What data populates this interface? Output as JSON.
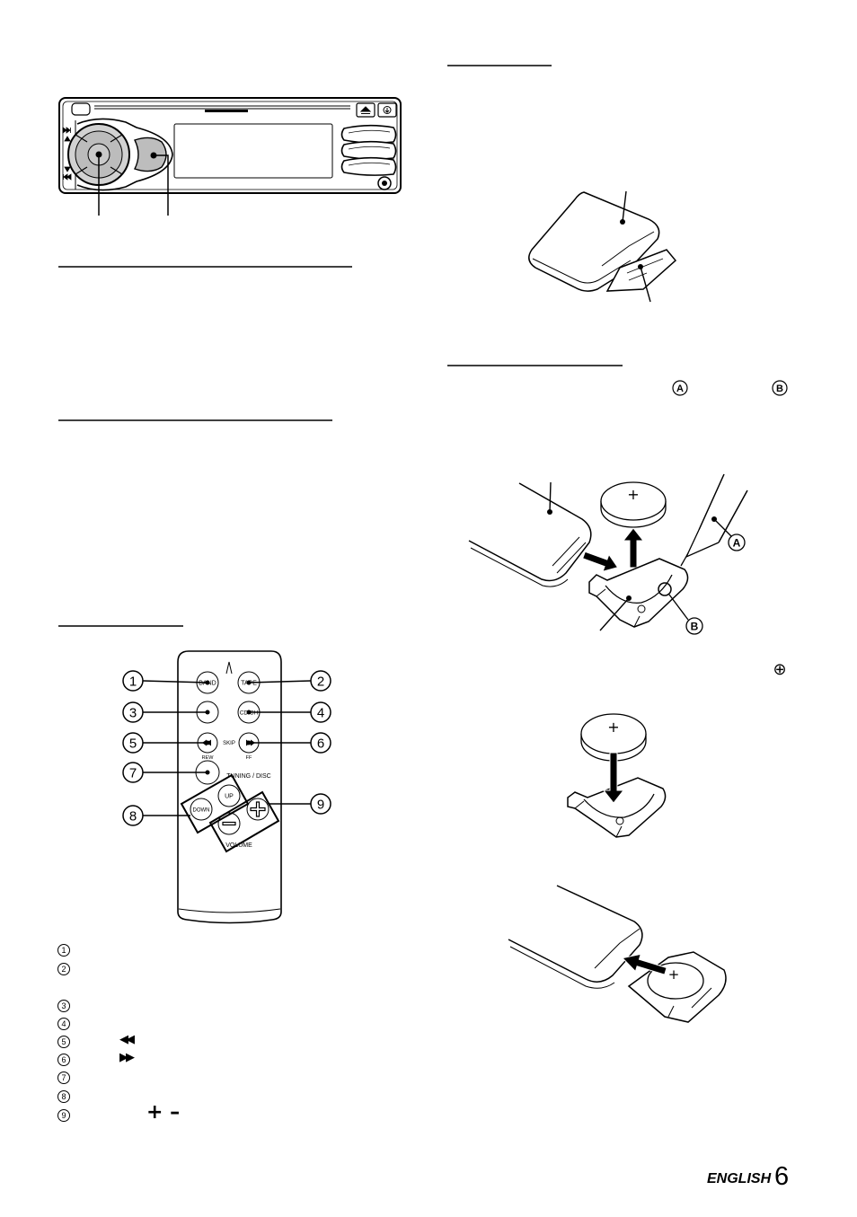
{
  "remote": {
    "labels": {
      "band": "BAND",
      "tape": "TAPE",
      "cd_ch": "CD CH",
      "skip": "SKIP",
      "rew": "REW",
      "ff": "FF",
      "tuning_disc": "TUNING / DISC",
      "up": "UP",
      "down": "DOWN",
      "volume": "VOLUME"
    },
    "callouts": [
      "1",
      "2",
      "3",
      "4",
      "5",
      "6",
      "7",
      "8",
      "9"
    ]
  },
  "markers": {
    "a": "A",
    "b": "B",
    "plus_circle": "⊕",
    "battery_plus": "+"
  },
  "legend": [
    {
      "num": "1"
    },
    {
      "num": "2"
    },
    {
      "num": "3"
    },
    {
      "num": "4"
    },
    {
      "num": "5",
      "symbol": "◀◀"
    },
    {
      "num": "6",
      "symbol": "▶▶"
    },
    {
      "num": "7"
    },
    {
      "num": "8"
    },
    {
      "num": "9",
      "symbol": "+ –"
    }
  ],
  "footer": {
    "language": "ENGLISH",
    "page_number": "6"
  }
}
